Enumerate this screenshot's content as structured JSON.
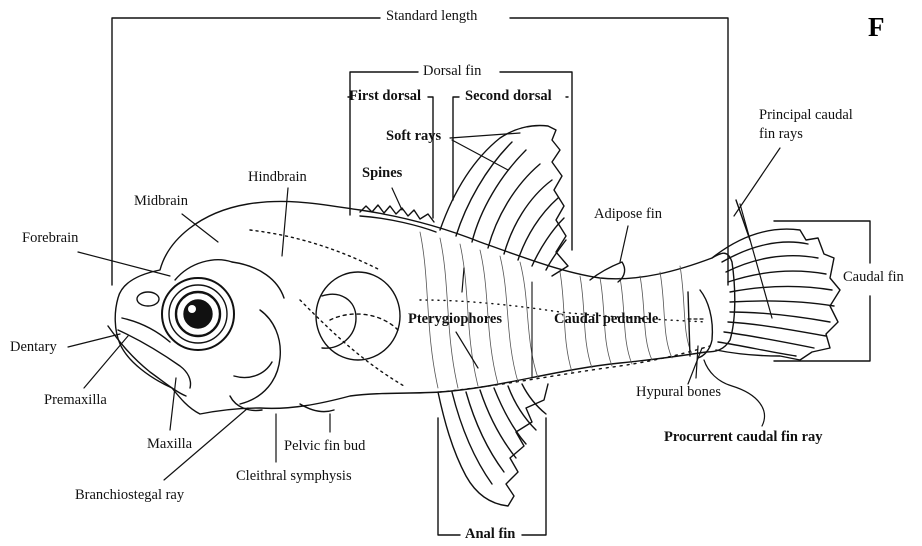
{
  "figure": {
    "panel_letter": "F",
    "labels": {
      "standard_length": "Standard length",
      "dorsal_fin": "Dorsal fin",
      "first_dorsal": "First dorsal",
      "second_dorsal": "Second dorsal",
      "soft_rays": "Soft rays",
      "spines": "Spines",
      "hindbrain": "Hindbrain",
      "midbrain": "Midbrain",
      "forebrain": "Forebrain",
      "dentary": "Dentary",
      "premaxilla": "Premaxilla",
      "maxilla": "Maxilla",
      "branchiostegal_ray": "Branchiostegal ray",
      "cleithral_symphysis": "Cleithral symphysis",
      "pelvic_fin_bud": "Pelvic fin bud",
      "pterygiophores": "Pterygiophores",
      "caudal_peduncle": "Caudal peduncle",
      "adipose_fin": "Adipose fin",
      "principal_caudal_fin_rays": "Principal caudal\nfin rays",
      "caudal_fin": "Caudal fin",
      "hypural_bones": "Hypural bones",
      "procurrent_caudal_fin_ray": "Procurrent caudal fin ray",
      "anal_fin": "Anal fin"
    }
  }
}
